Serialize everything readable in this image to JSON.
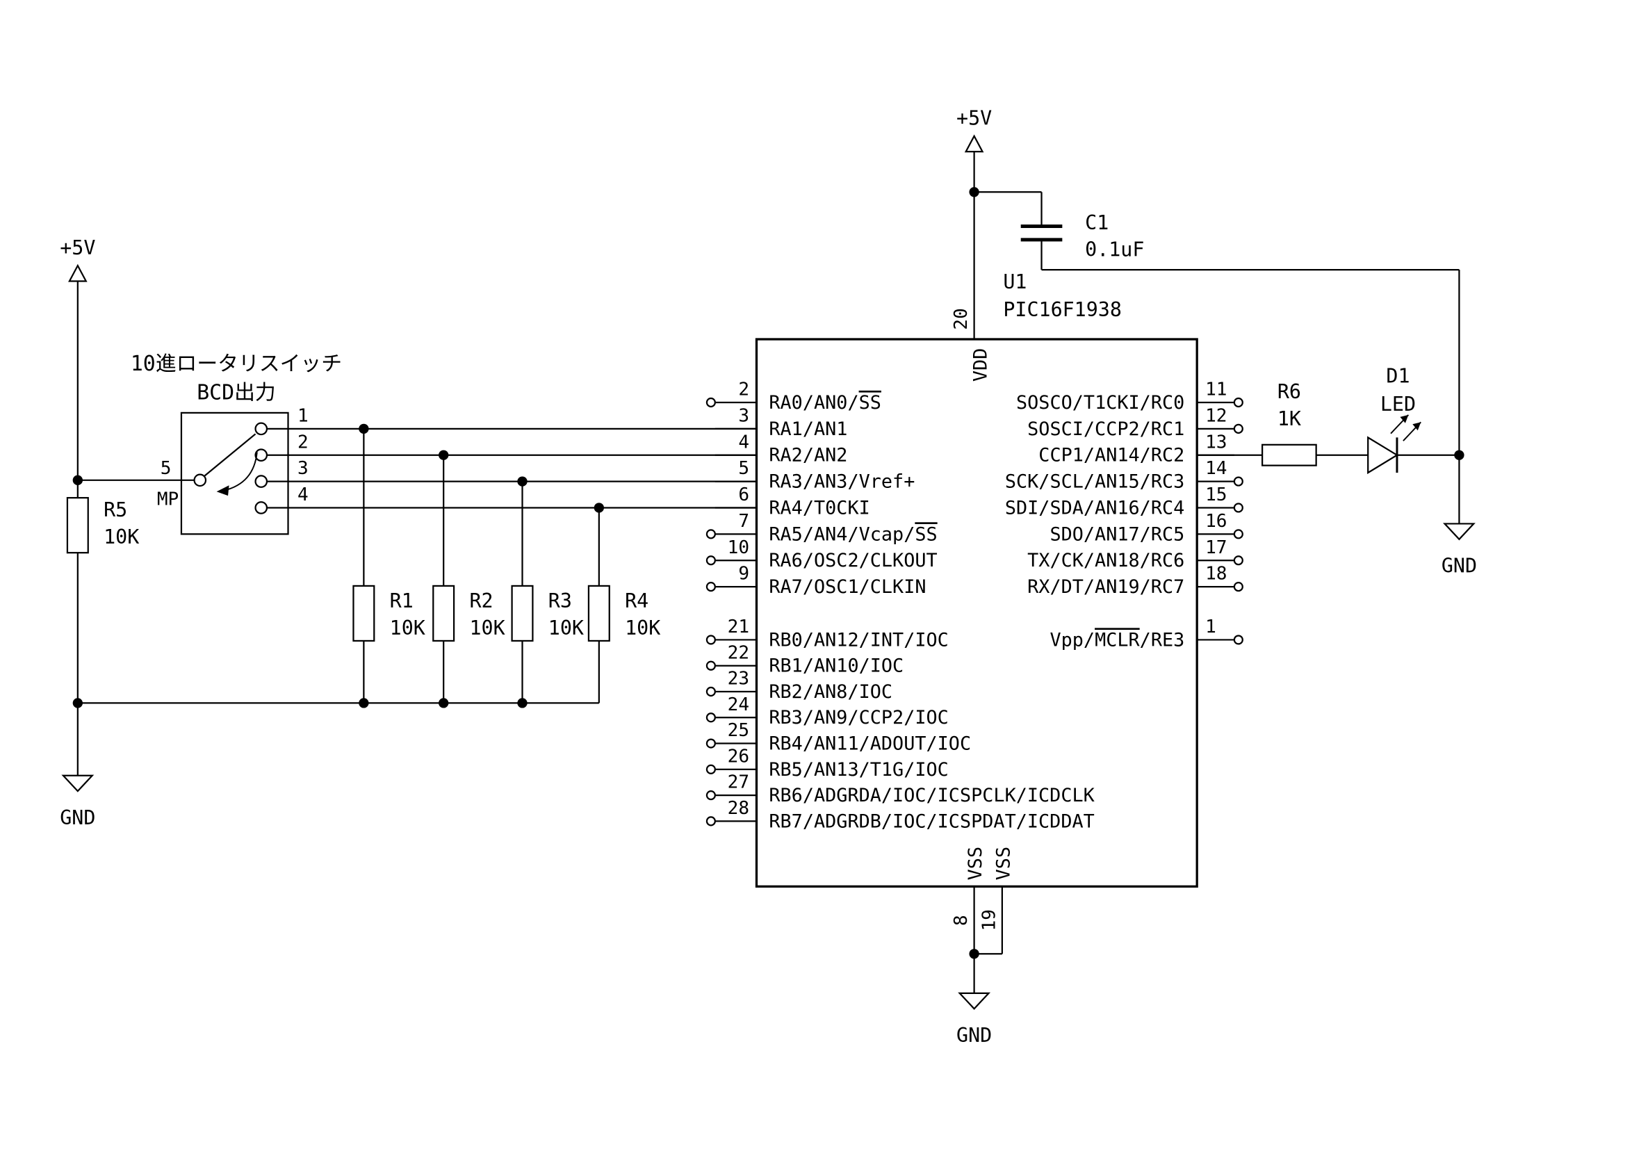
{
  "diagram": {
    "type": "circuit-schematic",
    "colors": {
      "ink": "#000000",
      "background": "#ffffff"
    }
  },
  "power_labels": {
    "vcc_left": "+5V",
    "vcc_top": "+5V",
    "gnd_left": "GND",
    "gnd_right": "GND",
    "gnd_bottom": "GND"
  },
  "rotary_switch": {
    "title": "10進ロータリスイッチ",
    "subtitle": "BCD出力",
    "common_pin": "5",
    "common_label": "MP",
    "contact_pins": [
      "1",
      "2",
      "3",
      "4"
    ]
  },
  "resistors": [
    {
      "ref": "R1",
      "value": "10K"
    },
    {
      "ref": "R2",
      "value": "10K"
    },
    {
      "ref": "R3",
      "value": "10K"
    },
    {
      "ref": "R4",
      "value": "10K"
    },
    {
      "ref": "R5",
      "value": "10K"
    },
    {
      "ref": "R6",
      "value": "1K"
    }
  ],
  "capacitor": {
    "ref": "C1",
    "value": "0.1uF"
  },
  "diode": {
    "ref": "D1",
    "value": "LED"
  },
  "ic": {
    "ref": "U1",
    "part": "PIC16F1938",
    "vdd_pin": {
      "number": "20",
      "name": "VDD"
    },
    "vss_pins": [
      {
        "number": "8",
        "name": "VSS"
      },
      {
        "number": "19",
        "name": "VSS"
      }
    ],
    "left_pins": [
      {
        "number": "2",
        "name": "RA0/AN0/{SS}",
        "connected": false
      },
      {
        "number": "3",
        "name": "RA1/AN1",
        "connected": true
      },
      {
        "number": "4",
        "name": "RA2/AN2",
        "connected": true
      },
      {
        "number": "5",
        "name": "RA3/AN3/Vref+",
        "connected": true
      },
      {
        "number": "6",
        "name": "RA4/T0CKI",
        "connected": true
      },
      {
        "number": "7",
        "name": "RA5/AN4/Vcap/{SS}",
        "connected": false
      },
      {
        "number": "10",
        "name": "RA6/OSC2/CLKOUT",
        "connected": false
      },
      {
        "number": "9",
        "name": "RA7/OSC1/CLKIN",
        "connected": false
      },
      {
        "number": "21",
        "name": "RB0/AN12/INT/IOC",
        "connected": false
      },
      {
        "number": "22",
        "name": "RB1/AN10/IOC",
        "connected": false
      },
      {
        "number": "23",
        "name": "RB2/AN8/IOC",
        "connected": false
      },
      {
        "number": "24",
        "name": "RB3/AN9/CCP2/IOC",
        "connected": false
      },
      {
        "number": "25",
        "name": "RB4/AN11/ADOUT/IOC",
        "connected": false
      },
      {
        "number": "26",
        "name": "RB5/AN13/T1G/IOC",
        "connected": false
      },
      {
        "number": "27",
        "name": "RB6/ADGRDA/IOC/ICSPCLK/ICDCLK",
        "connected": false
      },
      {
        "number": "28",
        "name": "RB7/ADGRDB/IOC/ICSPDAT/ICDDAT",
        "connected": false
      }
    ],
    "right_pins": [
      {
        "number": "11",
        "name": "SOSCO/T1CKI/RC0",
        "connected": false
      },
      {
        "number": "12",
        "name": "SOSCI/CCP2/RC1",
        "connected": false
      },
      {
        "number": "13",
        "name": "CCP1/AN14/RC2",
        "connected": true
      },
      {
        "number": "14",
        "name": "SCK/SCL/AN15/RC3",
        "connected": false
      },
      {
        "number": "15",
        "name": "SDI/SDA/AN16/RC4",
        "connected": false
      },
      {
        "number": "16",
        "name": "SDO/AN17/RC5",
        "connected": false
      },
      {
        "number": "17",
        "name": "TX/CK/AN18/RC6",
        "connected": false
      },
      {
        "number": "18",
        "name": "RX/DT/AN19/RC7",
        "connected": false
      },
      {
        "number": "1",
        "name": "Vpp/{MCLR}/RE3",
        "connected": false
      }
    ]
  }
}
